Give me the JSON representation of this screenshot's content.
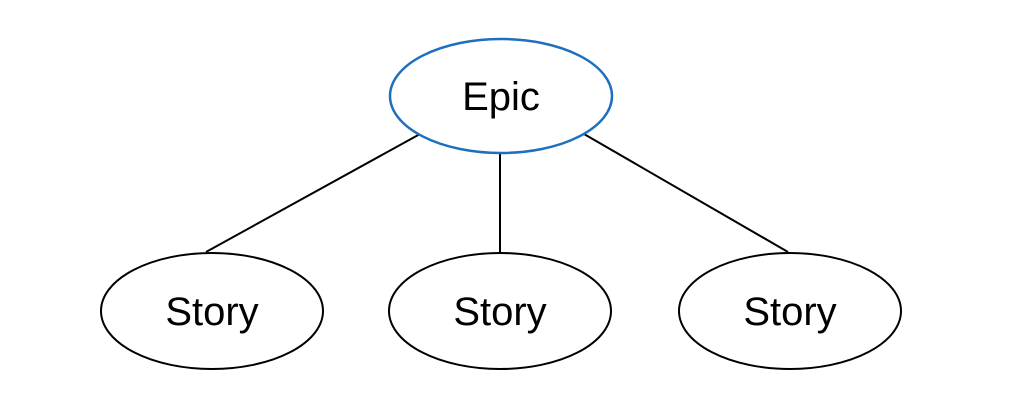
{
  "diagram": {
    "root": {
      "label": "Epic",
      "stroke": "#1f6fbf"
    },
    "children": [
      {
        "label": "Story"
      },
      {
        "label": "Story"
      },
      {
        "label": "Story"
      }
    ],
    "node_stroke": "#000000",
    "edge_color": "#000000",
    "background": "#ffffff"
  }
}
